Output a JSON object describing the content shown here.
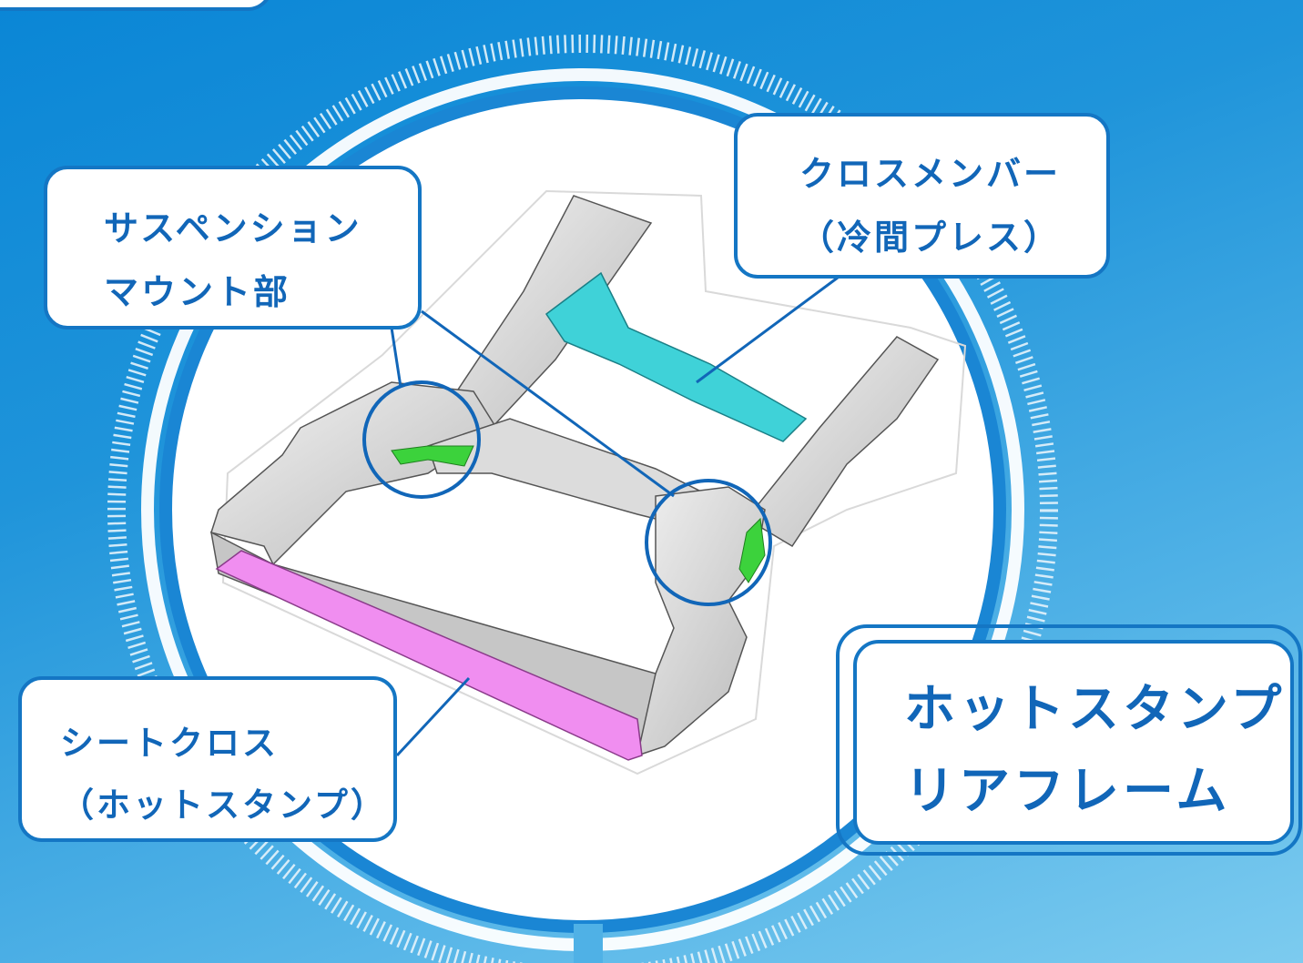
{
  "callouts": {
    "suspension_mount": {
      "line1": "サスペンション",
      "line2": "マウント部"
    },
    "cross_member": {
      "line1": "クロスメンバー",
      "line2": "（冷間プレス）"
    },
    "seat_cross": {
      "line1": "シートクロス",
      "line2": "（ホットスタンプ）"
    },
    "title": {
      "line1": "ホットスタンプ",
      "line2": "リアフレーム"
    }
  },
  "colors": {
    "accent_blue": "#1476c4",
    "text_blue": "#1166b8",
    "cross_member_part": "#3fd2d8",
    "seat_cross_part": "#f08ef0",
    "suspension_part": "#3cd23c",
    "frame_gray": "#d2d2d2"
  }
}
